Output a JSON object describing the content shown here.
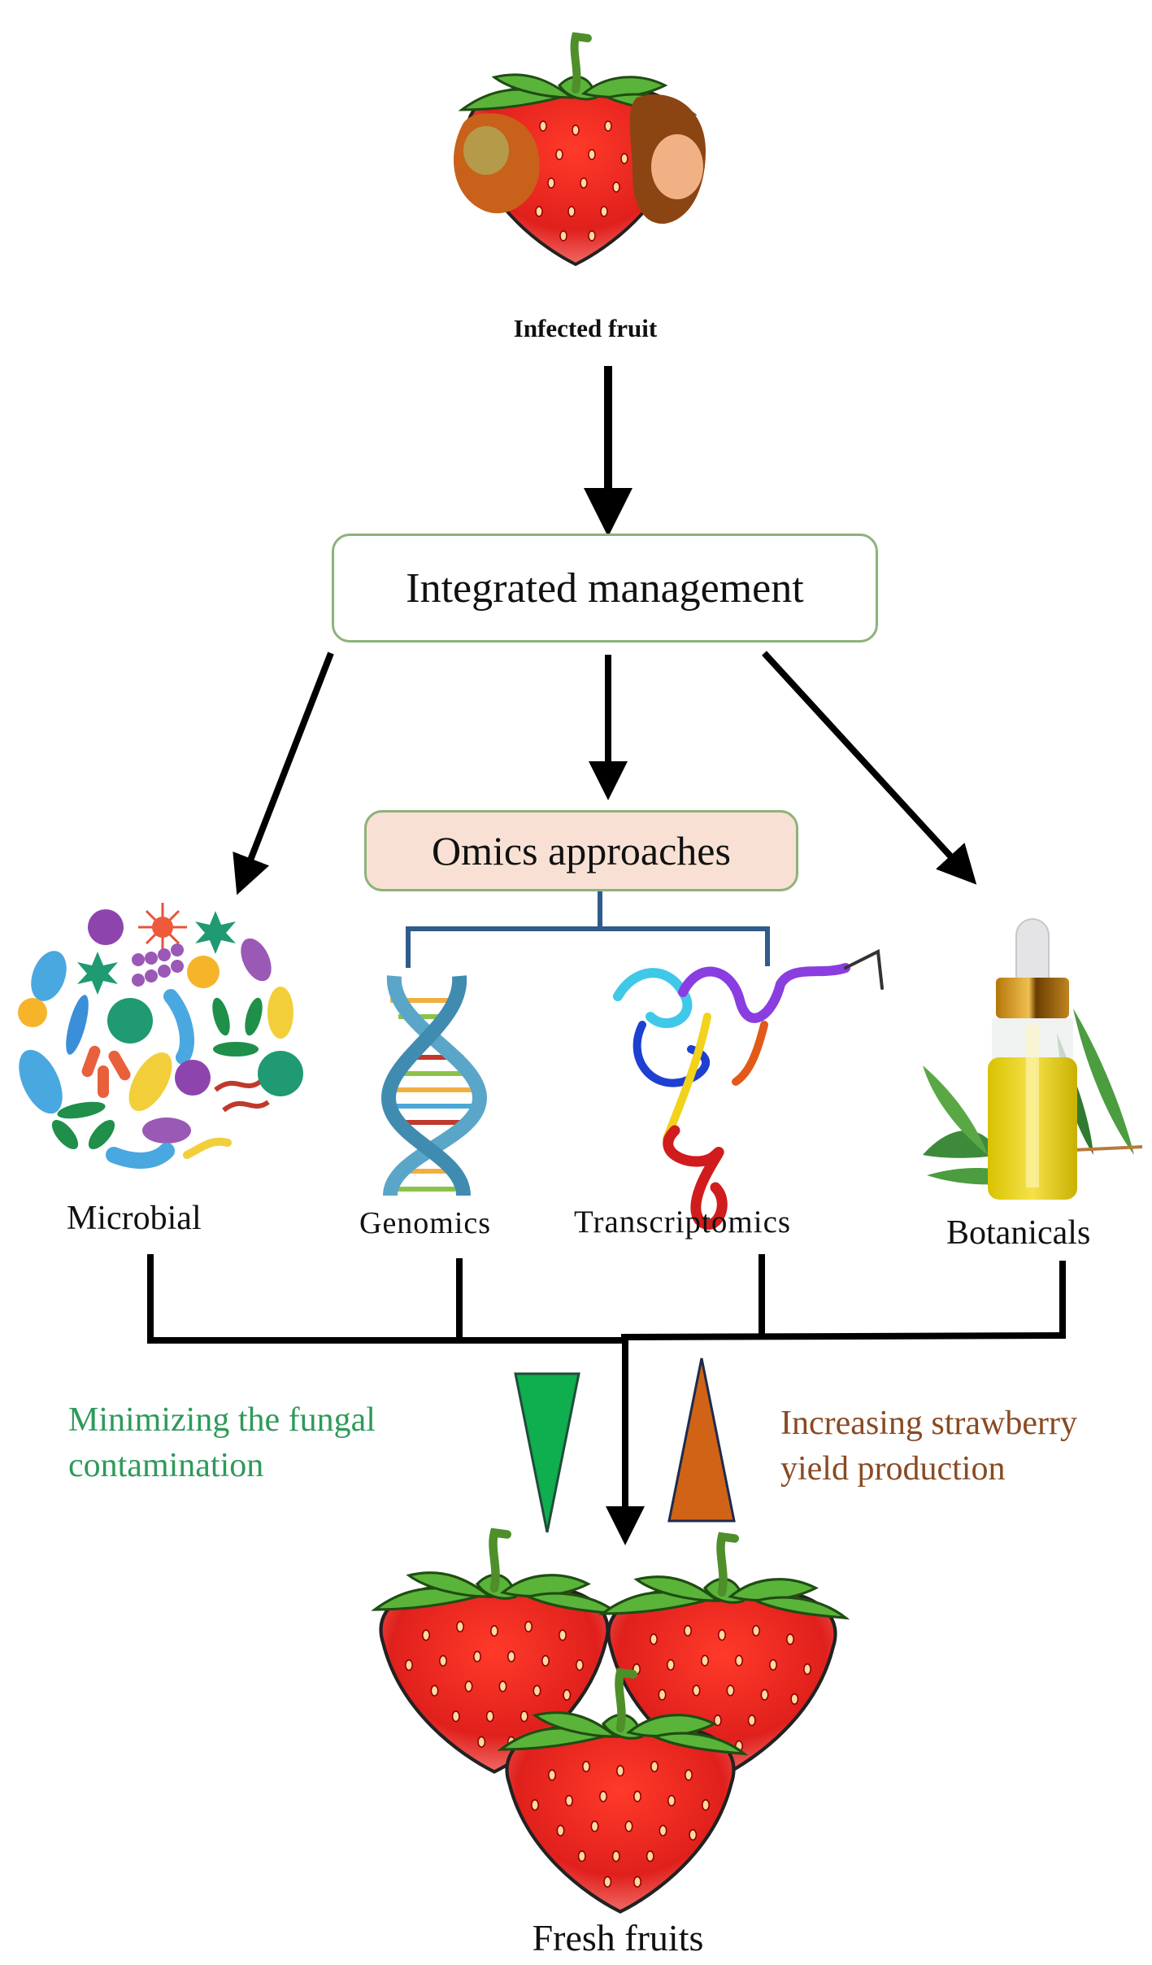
{
  "diagram": {
    "top": {
      "illustration": "infected-strawberry",
      "label": "Infected fruit"
    },
    "main_node": {
      "label": "Integrated management",
      "border_color": "#8db27a",
      "fill_color": "#ffffff"
    },
    "omics_node": {
      "label": "Omics approaches",
      "border_color": "#8db27a",
      "fill_color": "#f8e1d4",
      "connector_color": "#2f5c8a"
    },
    "branches": [
      {
        "label": "Microbial",
        "illustration": "microbes-cluster"
      },
      {
        "label": "Genomics",
        "illustration": "dna-double-helix"
      },
      {
        "label": "Transcriptomics",
        "illustration": "rna-ribbon-structure"
      },
      {
        "label": "Botanicals",
        "illustration": "essential-oil-dropper-bottle"
      }
    ],
    "outcomes": {
      "decrease": {
        "line1": "Minimizing the fungal",
        "line2": "contamination",
        "color": "#2e9a5a",
        "indicator_color": "#0fae4f",
        "indicator": "down-triangle"
      },
      "increase": {
        "line1": "Increasing strawberry",
        "line2": "yield production",
        "color": "#8a4a22",
        "indicator_color": "#d06316",
        "indicator": "up-triangle"
      }
    },
    "bottom": {
      "illustration": "three-fresh-strawberries",
      "label": "Fresh fruits"
    },
    "colors": {
      "arrow": "#000000",
      "strawberry_red": "#e0201c",
      "leaf_green": "#5ab43a"
    }
  }
}
